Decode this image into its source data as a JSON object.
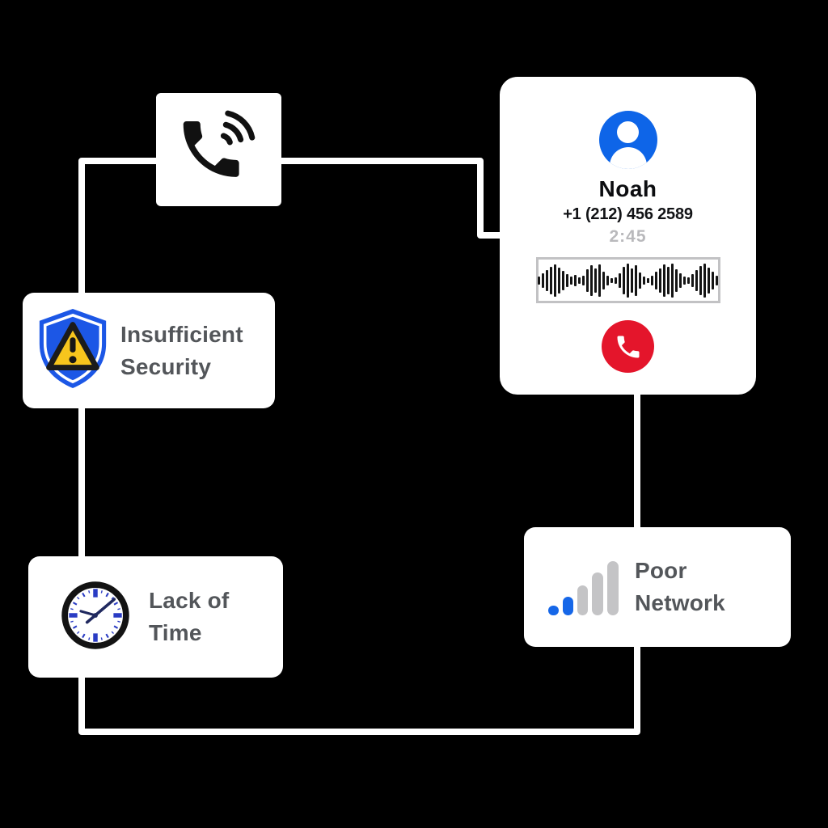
{
  "canvas": {
    "background": "#000000"
  },
  "connector": {
    "color": "#FFFFFF",
    "thickness": 8
  },
  "phone_node": {
    "icon": "ringing-phone-icon",
    "icon_color": "#111111"
  },
  "call_card": {
    "avatar_icon": "person-avatar-icon",
    "avatar_color": "#0E65E8",
    "contact_name": "Noah",
    "phone_number": "+1 (212) 456 2589",
    "call_duration": "2:45",
    "duration_color": "#B9B9BC",
    "end_call_icon": "end-call-handset-icon",
    "end_call_color": "#E4152B",
    "waveform": {
      "bar_color": "#141414",
      "border_color": "#C2C2C4",
      "bar_heights": [
        10,
        18,
        26,
        34,
        40,
        32,
        24,
        16,
        10,
        14,
        8,
        12,
        28,
        38,
        30,
        40,
        22,
        12,
        6,
        8,
        18,
        34,
        42,
        30,
        38,
        20,
        10,
        6,
        12,
        22,
        30,
        40,
        34,
        42,
        28,
        18,
        10,
        8,
        16,
        26,
        36,
        42,
        32,
        22,
        12
      ]
    }
  },
  "issue_cards": [
    {
      "id": "insufficient-security",
      "label": "Insufficient\nSecurity",
      "icon": "security-shield-warning-icon",
      "icon_colors": {
        "shield_blue": "#1C57E6",
        "triangle_yellow": "#F7C51D",
        "outline_black": "#1B1B1B"
      }
    },
    {
      "id": "lack-of-time",
      "label": "Lack of\nTime",
      "icon": "clock-icon",
      "icon_colors": {
        "ring_black": "#131313",
        "ticks_blue": "#2A3CC4",
        "hands_navy": "#20295F"
      }
    },
    {
      "id": "poor-network",
      "label": "Poor\nNetwork",
      "icon": "signal-bars-icon",
      "signal_bars": {
        "heights": [
          12,
          23,
          37,
          53,
          67
        ],
        "widths": [
          13,
          13,
          13,
          14,
          14
        ],
        "colors": [
          "#1667E8",
          "#1667E8",
          "#C4C4C6",
          "#C4C4C6",
          "#C4C4C6"
        ]
      }
    }
  ]
}
